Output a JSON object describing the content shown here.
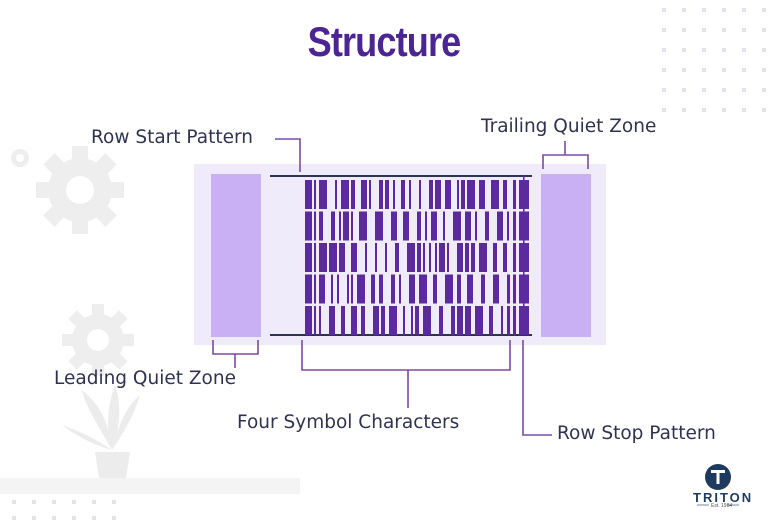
{
  "title": "Structure",
  "labels": {
    "row_start_pattern": "Row Start Pattern",
    "trailing_quiet_zone": "Trailing Quiet Zone",
    "leading_quiet_zone": "Leading Quiet Zone",
    "four_symbol_characters": "Four Symbol Characters",
    "row_stop_pattern": "Row Stop Pattern"
  },
  "logo": {
    "letter": "T",
    "name": "TRITON",
    "established": "Est. 1984"
  },
  "colors": {
    "title": "#4b2594",
    "label_text": "#2f3350",
    "callout_line": "#7b4aa6",
    "quiet_zone": "#c9b0f5",
    "symbol_background": "#f0ebfa",
    "bars": "#5a2a9e",
    "decoration": "#eeeeee",
    "logo": "#1f3a5f"
  }
}
